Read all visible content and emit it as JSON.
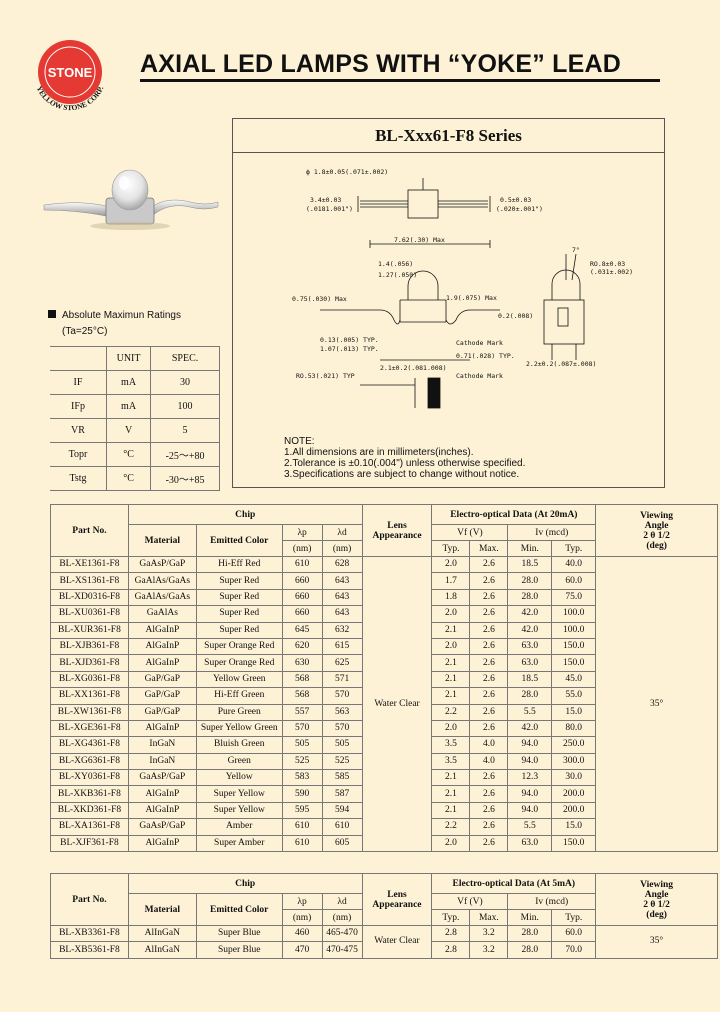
{
  "logo": {
    "text": "STONE",
    "ring_text": "YELLOW STONE CORP."
  },
  "title": "AXIAL LED LAMPS WITH “YOKE” LEAD",
  "series": "BL-Xxx61-F8 Series",
  "drawing_labels": {
    "d1": "ϕ 1.8±0.05(.071±.002)",
    "d2a": "3.4±0.03",
    "d2b": "(.0181.001\")",
    "d3a": "0.5±0.03",
    "d3b": "(.020±.001\")",
    "d4": "7.62(.30) Max",
    "d5": "1.4(.056)",
    "d6": "1.27(.050)",
    "d7": "0.75(.030) Max",
    "d8": "1.9(.075) Max",
    "d9": "0.2(.008)",
    "d10": "0.13(.005) TYP.",
    "d11": "1.07(.013) TYP.",
    "d12": "Cathode Mark",
    "d13": "0.71(.028) TYP.",
    "d14": "RO.53(.021) TYP",
    "d15": "2.1±0.2(.081.008)",
    "d16": "Cathode Mark",
    "d17": "7°",
    "d18": "RO.8±0.03",
    "d19": "(.031±.002)",
    "d20": "2.2±0.2(.087±.008)"
  },
  "notes": {
    "heading": "NOTE:",
    "lines": [
      "1.All dimensions are in millimeters(inches).",
      "2.Tolerance is ±0.10(.004\") unless otherwise specified.",
      "3.Specifications are subject to change without notice."
    ]
  },
  "amr": {
    "title": "Absolute Maximun Ratings",
    "condition": "(Ta=25°C)",
    "headers": [
      "",
      "UNIT",
      "SPEC."
    ],
    "rows": [
      [
        "IF",
        "mA",
        "30"
      ],
      [
        "IFp",
        "mA",
        "100"
      ],
      [
        "VR",
        "V",
        "5"
      ],
      [
        "Topr",
        "°C",
        "-25～+80"
      ],
      [
        "Tstg",
        "°C",
        "-30～+85"
      ]
    ]
  },
  "table1": {
    "h_part": "Part No.",
    "h_chip": "Chip",
    "h_material": "Material",
    "h_color": "Emitted Color",
    "h_lp": "λp",
    "h_ld": "λd",
    "h_nm": "(nm)",
    "h_lens": "Lens Appearance",
    "h_eo": "Electro-optical Data (At 20mA)",
    "h_vf": "Vf (V)",
    "h_iv": "Iv (mcd)",
    "h_typ": "Typ.",
    "h_max": "Max.",
    "h_min": "Min.",
    "h_view1": "Viewing",
    "h_view2": "Angle",
    "h_view3": "2 θ 1/2",
    "h_view4": "(deg)",
    "lens": "Water Clear",
    "angle": "35°",
    "rows": [
      [
        "BL-XE1361-F8",
        "GaAsP/GaP",
        "Hi-Eff Red",
        "610",
        "628",
        "2.0",
        "2.6",
        "18.5",
        "40.0"
      ],
      [
        "BL-XS1361-F8",
        "GaAlAs/GaAs",
        "Super Red",
        "660",
        "643",
        "1.7",
        "2.6",
        "28.0",
        "60.0"
      ],
      [
        "BL-XD0316-F8",
        "GaAlAs/GaAs",
        "Super Red",
        "660",
        "643",
        "1.8",
        "2.6",
        "28.0",
        "75.0"
      ],
      [
        "BL-XU0361-F8",
        "GaAlAs",
        "Super Red",
        "660",
        "643",
        "2.0",
        "2.6",
        "42.0",
        "100.0"
      ],
      [
        "BL-XUR361-F8",
        "AlGaInP",
        "Super Red",
        "645",
        "632",
        "2.1",
        "2.6",
        "42.0",
        "100.0"
      ],
      [
        "BL-XJB361-F8",
        "AlGaInP",
        "Super Orange Red",
        "620",
        "615",
        "2.0",
        "2.6",
        "63.0",
        "150.0"
      ],
      [
        "BL-XJD361-F8",
        "AlGaInP",
        "Super Orange Red",
        "630",
        "625",
        "2.1",
        "2.6",
        "63.0",
        "150.0"
      ],
      [
        "BL-XG0361-F8",
        "GaP/GaP",
        "Yellow Green",
        "568",
        "571",
        "2.1",
        "2.6",
        "18.5",
        "45.0"
      ],
      [
        "BL-XX1361-F8",
        "GaP/GaP",
        "Hi-Eff Green",
        "568",
        "570",
        "2.1",
        "2.6",
        "28.0",
        "55.0"
      ],
      [
        "BL-XW1361-F8",
        "GaP/GaP",
        "Pure Green",
        "557",
        "563",
        "2.2",
        "2.6",
        "5.5",
        "15.0"
      ],
      [
        "BL-XGE361-F8",
        "AlGaInP",
        "Super Yellow Green",
        "570",
        "570",
        "2.0",
        "2.6",
        "42.0",
        "80.0"
      ],
      [
        "BL-XG4361-F8",
        "InGaN",
        "Bluish Green",
        "505",
        "505",
        "3.5",
        "4.0",
        "94.0",
        "250.0"
      ],
      [
        "BL-XG6361-F8",
        "InGaN",
        "Green",
        "525",
        "525",
        "3.5",
        "4.0",
        "94.0",
        "300.0"
      ],
      [
        "BL-XY0361-F8",
        "GaAsP/GaP",
        "Yellow",
        "583",
        "585",
        "2.1",
        "2.6",
        "12.3",
        "30.0"
      ],
      [
        "BL-XKB361-F8",
        "AlGaInP",
        "Super Yellow",
        "590",
        "587",
        "2.1",
        "2.6",
        "94.0",
        "200.0"
      ],
      [
        "BL-XKD361-F8",
        "AlGaInP",
        "Super Yellow",
        "595",
        "594",
        "2.1",
        "2.6",
        "94.0",
        "200.0"
      ],
      [
        "BL-XA1361-F8",
        "GaAsP/GaP",
        "Amber",
        "610",
        "610",
        "2.2",
        "2.6",
        "5.5",
        "15.0"
      ],
      [
        "BL-XJF361-F8",
        "AlGaInP",
        "Super Amber",
        "610",
        "605",
        "2.0",
        "2.6",
        "63.0",
        "150.0"
      ]
    ]
  },
  "table2": {
    "h_eo": "Electro-optical Data (At 5mA)",
    "lens": "Water Clear",
    "angle": "35°",
    "rows": [
      [
        "BL-XB3361-F8",
        "AlInGaN",
        "Super Blue",
        "460",
        "465-470",
        "2.8",
        "3.2",
        "28.0",
        "60.0"
      ],
      [
        "BL-XB5361-F8",
        "AlInGaN",
        "Super Blue",
        "470",
        "470-475",
        "2.8",
        "3.2",
        "28.0",
        "70.0"
      ]
    ]
  }
}
